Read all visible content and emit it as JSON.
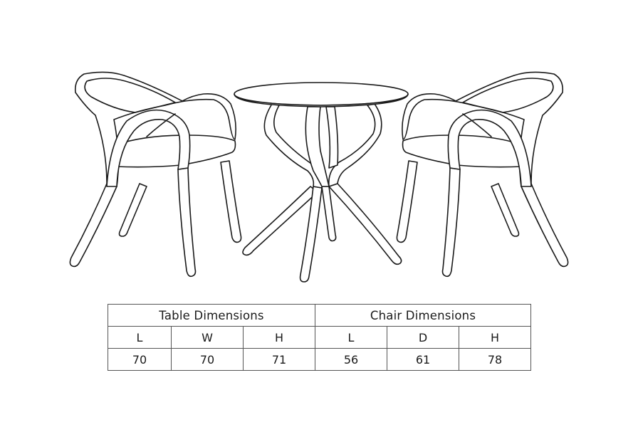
{
  "dimensions_table": {
    "groups": [
      {
        "title": "Table Dimensions",
        "headers": [
          "L",
          "W",
          "H"
        ],
        "values": [
          "70",
          "70",
          "71"
        ]
      },
      {
        "title": "Chair Dimensions",
        "headers": [
          "L",
          "D",
          "H"
        ],
        "values": [
          "56",
          "61",
          "78"
        ]
      }
    ]
  },
  "colors": {
    "line": "#1a1a1a",
    "background": "#ffffff",
    "table_border": "#555555"
  }
}
